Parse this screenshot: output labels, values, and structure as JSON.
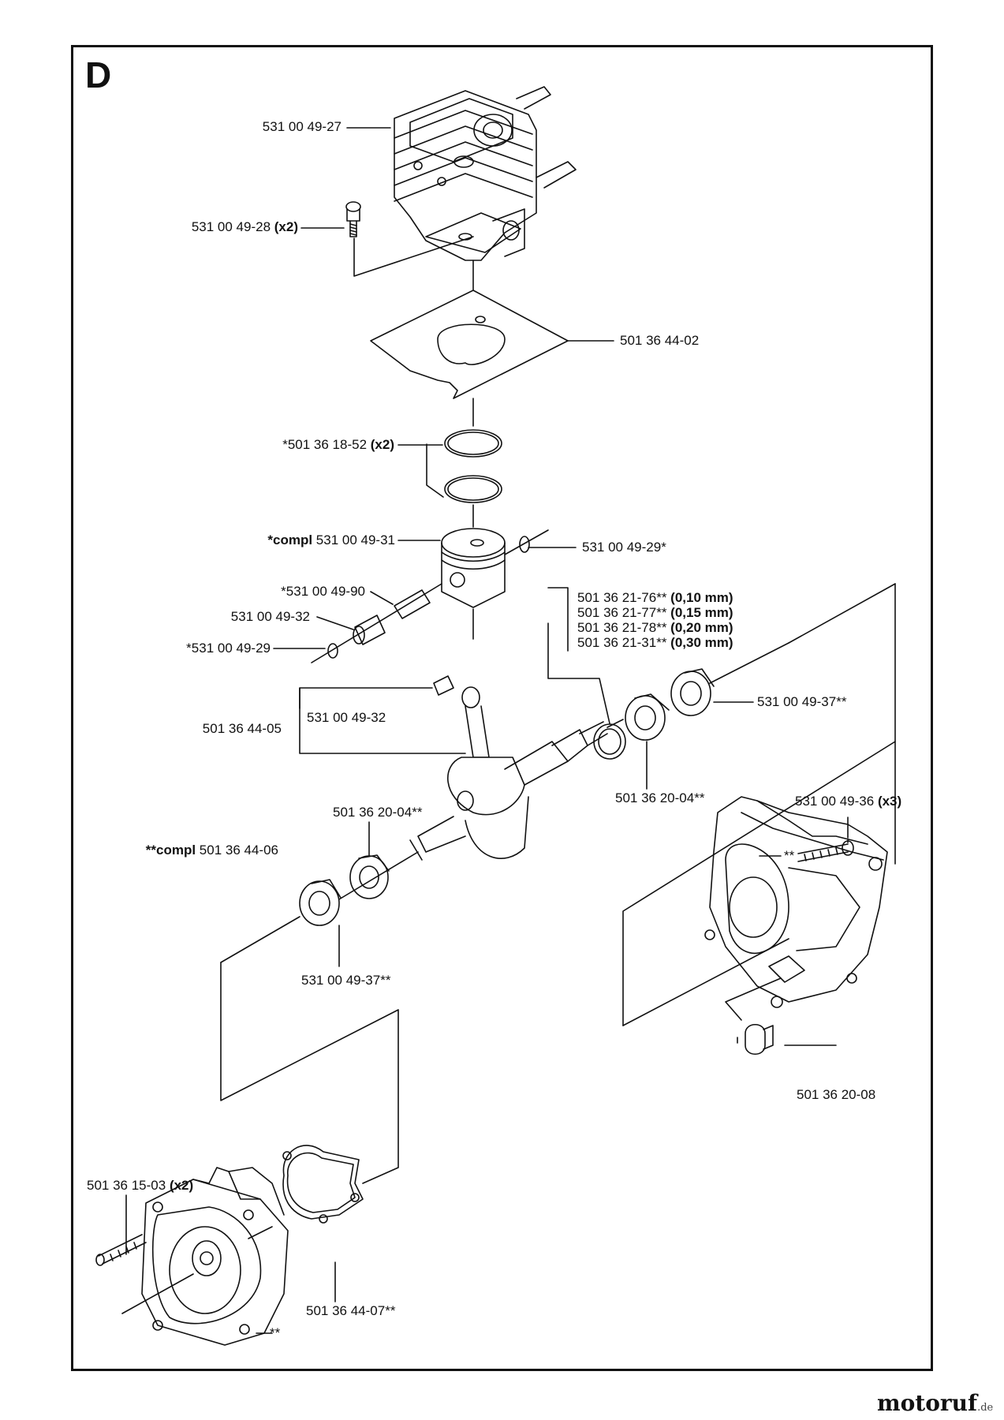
{
  "section": "D",
  "labels": [
    {
      "id": "cylinder",
      "text": "531 00 49-27",
      "bold": ""
    },
    {
      "id": "cyl-screw",
      "text": "531 00 49-28",
      "bold": "(x2)"
    },
    {
      "id": "gasket",
      "text": "501 36 44-02",
      "bold": ""
    },
    {
      "id": "rings",
      "text": "*501 36 18-52",
      "bold": "(x2)"
    },
    {
      "id": "piston-pre",
      "text": "531 00 49-31",
      "bold": "*compl"
    },
    {
      "id": "circlip-r",
      "text": "531 00 49-29*",
      "bold": ""
    },
    {
      "id": "pin",
      "text": "*531 00 49-90",
      "bold": ""
    },
    {
      "id": "bearing-top",
      "text": "531 00 49-32",
      "bold": ""
    },
    {
      "id": "circlip-l",
      "text": "*531 00 49-29",
      "bold": ""
    },
    {
      "id": "shim1",
      "text": "501 36 21-76**",
      "bold": "(0,10 mm)"
    },
    {
      "id": "shim2",
      "text": "501 36 21-77**",
      "bold": "(0,15 mm)"
    },
    {
      "id": "shim3",
      "text": "501 36 21-78**",
      "bold": "(0,20 mm)"
    },
    {
      "id": "shim4",
      "text": "501 36 21-31**",
      "bold": "(0,30 mm)"
    },
    {
      "id": "seal-r",
      "text": "531 00 49-37**",
      "bold": ""
    },
    {
      "id": "crank",
      "text": "501 36 44-05",
      "bold": ""
    },
    {
      "id": "conrod-bearing",
      "text": "531 00 49-32",
      "bold": ""
    },
    {
      "id": "bearing-r",
      "text": "501 36 20-04**",
      "bold": ""
    },
    {
      "id": "crank-screws",
      "text": "531 00 49-36",
      "bold": "(x3)"
    },
    {
      "id": "bearing-l",
      "text": "501 36 20-04**",
      "bold": ""
    },
    {
      "id": "crankcase-compl",
      "text": "501 36 44-06",
      "bold": "**compl"
    },
    {
      "id": "star-case",
      "text": "**",
      "bold": ""
    },
    {
      "id": "seal-l",
      "text": "531 00 49-37**",
      "bold": ""
    },
    {
      "id": "plug",
      "text": "501 36 20-08",
      "bold": ""
    },
    {
      "id": "studs",
      "text": "501 36 15-03",
      "bold": "(x2)"
    },
    {
      "id": "case-gasket",
      "text": "501 36 44-07**",
      "bold": ""
    },
    {
      "id": "star-case2",
      "text": "**",
      "bold": ""
    }
  ],
  "watermark": {
    "main": "motoruf",
    "suffix": ".de"
  }
}
